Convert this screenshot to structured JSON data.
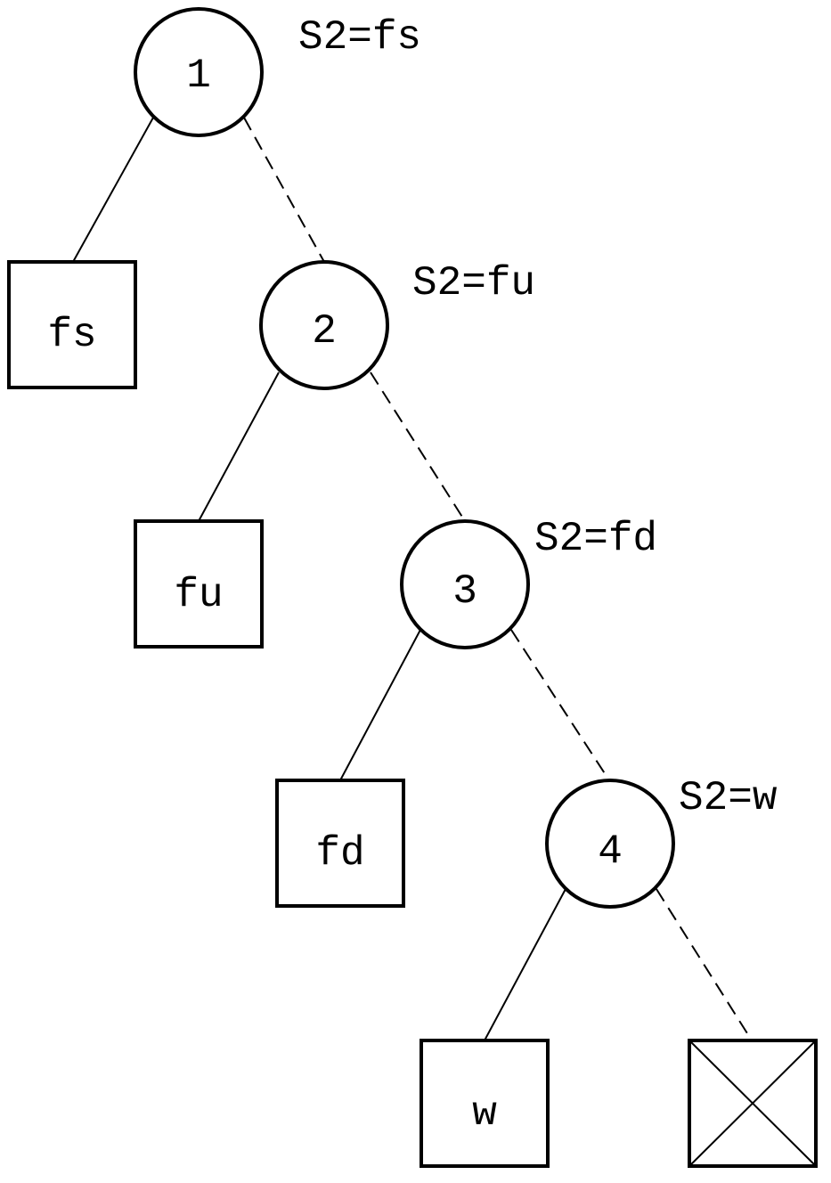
{
  "diagram": {
    "nodes": [
      {
        "id": "1",
        "label": "1",
        "condition": "S2=fs",
        "leaf": "fs"
      },
      {
        "id": "2",
        "label": "2",
        "condition": "S2=fu",
        "leaf": "fu"
      },
      {
        "id": "3",
        "label": "3",
        "condition": "S2=fd",
        "leaf": "fd"
      },
      {
        "id": "4",
        "label": "4",
        "condition": "S2=w",
        "leaf": "w"
      }
    ],
    "terminal": {
      "type": "crossed-box"
    },
    "colors": {
      "stroke": "#000000",
      "background": "#ffffff"
    }
  }
}
